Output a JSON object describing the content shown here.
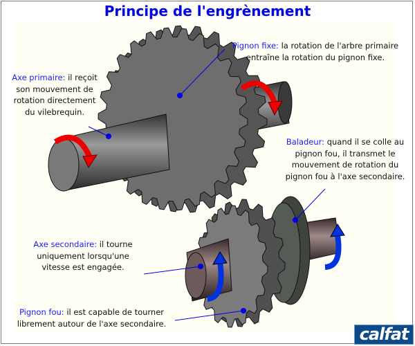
{
  "title": "Principe de l'engrènement",
  "labels": {
    "pignon_fixe": {
      "key": "Pignon fixe:",
      "line1": "la rotation de l'arbre primaire",
      "line2": "entraîne la rotation du pignon fixe."
    },
    "axe_primaire": {
      "key": "Axe primaire:",
      "line1": "il reçoit",
      "line2": "son mouvement de",
      "line3": "rotation directement",
      "line4": "du vilebrequin."
    },
    "baladeur": {
      "key": "Baladeur:",
      "line1": "quand il se colle au",
      "line2": "pignon fou, il transmet le",
      "line3": "mouvement de rotation du",
      "line4": "pignon fou à l'axe secondaire."
    },
    "axe_secondaire": {
      "key": "Axe secondaire:",
      "line1": "il tourne",
      "line2": "uniquement lorsqu'une",
      "line3": "vitesse est engagée."
    },
    "pignon_fou": {
      "key": "Pignon fou:",
      "line1": "il est capable de tourner",
      "line2": "librement autour de l'axe secondaire."
    }
  },
  "logo": "calfat",
  "colors": {
    "title": "#0000e6",
    "key": "#1a1aff",
    "primary_arrow": "#ee0000",
    "secondary_arrow": "#0033dd"
  }
}
